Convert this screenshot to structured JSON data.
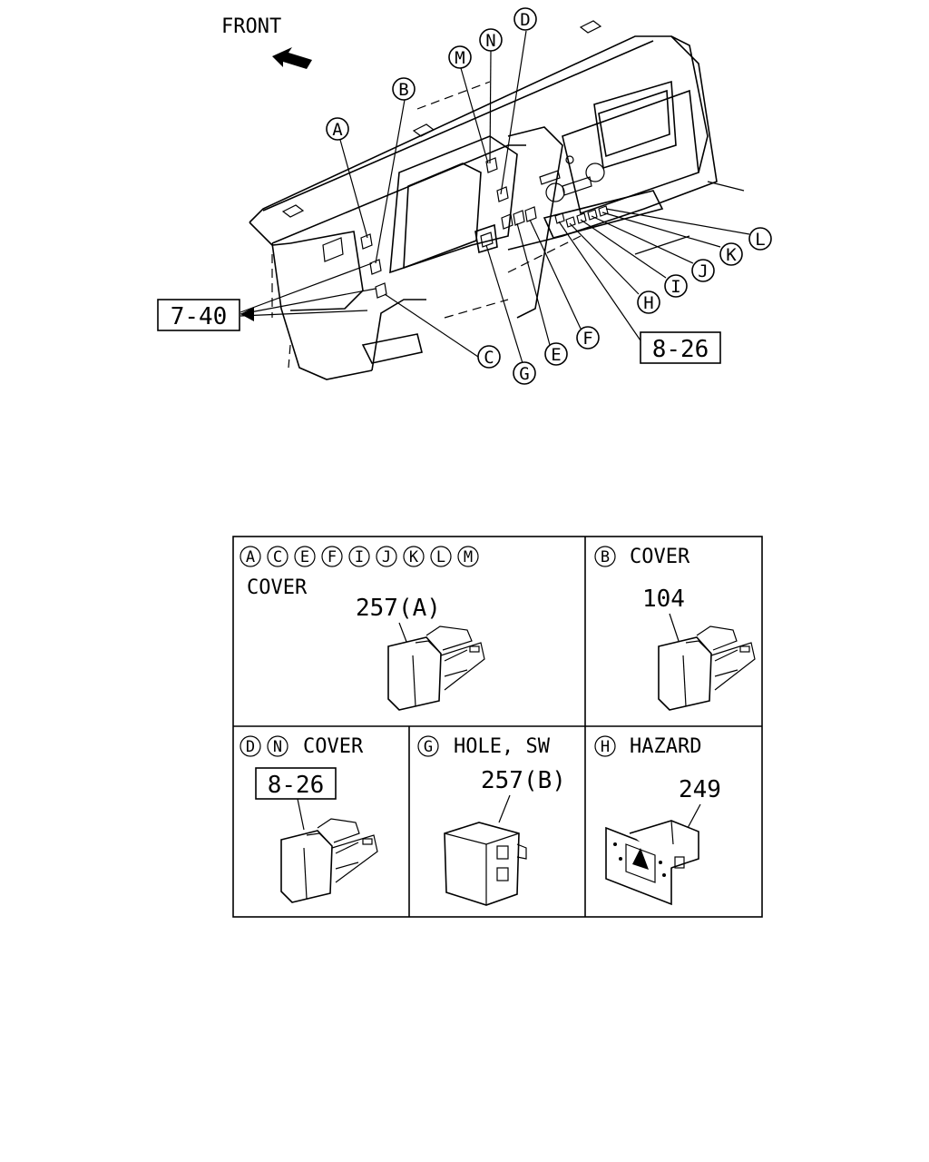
{
  "diagram": {
    "front_label": "FRONT",
    "callouts": [
      "A",
      "B",
      "C",
      "D",
      "E",
      "F",
      "G",
      "H",
      "I",
      "J",
      "K",
      "L",
      "M",
      "N"
    ],
    "ref_boxes": {
      "left": "7-40",
      "right": "8-26"
    }
  },
  "table": {
    "cell1": {
      "letters": [
        "A",
        "C",
        "E",
        "F",
        "I",
        "J",
        "K",
        "L",
        "M"
      ],
      "title": "COVER",
      "part": "257(A)"
    },
    "cell2": {
      "letters": [
        "B"
      ],
      "title": "COVER",
      "part": "104"
    },
    "cell3": {
      "letters": [
        "D",
        "N"
      ],
      "title": "COVER",
      "ref": "8-26"
    },
    "cell4": {
      "letters": [
        "G"
      ],
      "title": "HOLE, SW",
      "part": "257(B)"
    },
    "cell5": {
      "letters": [
        "H"
      ],
      "title": "HAZARD",
      "part": "249"
    }
  }
}
